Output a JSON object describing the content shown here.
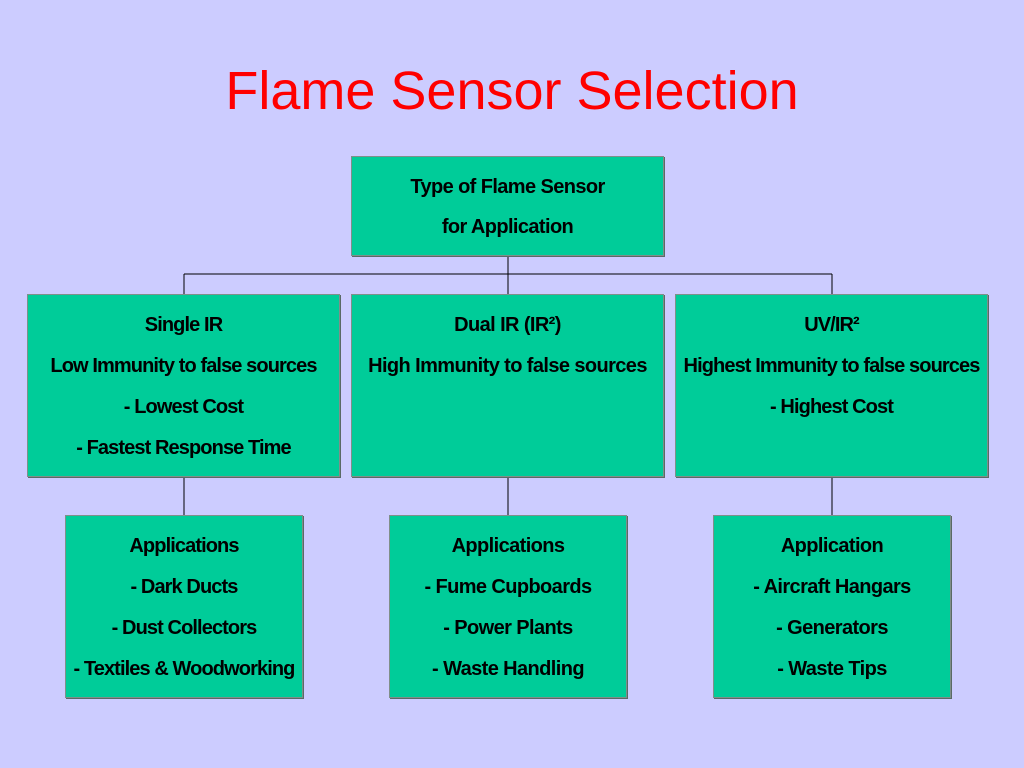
{
  "title": "Flame Sensor Selection",
  "root": {
    "lines": [
      "Type of Flame Sensor",
      "for Application"
    ]
  },
  "sensors": [
    {
      "lines": [
        "Single IR",
        "Low Immunity to false sources",
        "- Lowest Cost",
        "- Fastest Response Time"
      ]
    },
    {
      "lines": [
        "Dual IR (IR²)",
        "High Immunity to false sources"
      ]
    },
    {
      "lines": [
        "UV/IR²",
        "Highest Immunity to false sources",
        "- Highest Cost"
      ]
    }
  ],
  "applications": [
    {
      "lines": [
        "Applications",
        "- Dark Ducts",
        "- Dust Collectors",
        "- Textiles & Woodworking"
      ]
    },
    {
      "lines": [
        "Applications",
        "- Fume Cupboards",
        "- Power Plants",
        "- Waste Handling"
      ]
    },
    {
      "lines": [
        "Application",
        "- Aircraft Hangars",
        "- Generators",
        "- Waste Tips"
      ]
    }
  ],
  "colors": {
    "background": "#ccccff",
    "title": "#ff0000",
    "box_fill": "#00cc99",
    "connector": "#000000"
  }
}
